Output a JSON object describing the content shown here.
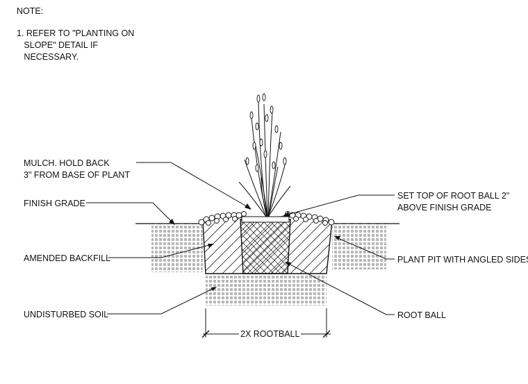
{
  "note": {
    "title": "NOTE:",
    "item_1": "1. REFER TO \"PLANTING ON\n   SLOPE\" DETAIL IF\n   NECESSARY."
  },
  "labels": {
    "mulch": "MULCH. HOLD BACK\n3\" FROM BASE OF PLANT",
    "finish_grade": "FINISH GRADE",
    "amended_backfill": "AMENDED BACKFILL",
    "undisturbed_soil": "UNDISTURBED SOIL",
    "set_top": "SET TOP OF ROOT BALL 2\"\nABOVE FINISH GRADE",
    "plant_pit": "PLANT PIT WITH ANGLED SIDES",
    "root_ball": "ROOT BALL",
    "dimension": "2X ROOTBALL"
  }
}
